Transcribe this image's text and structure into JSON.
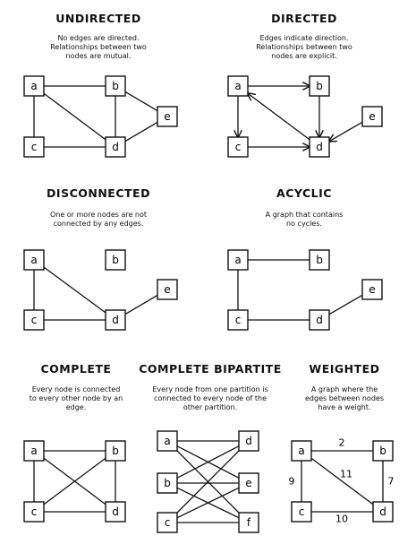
{
  "panels": {
    "undirected": {
      "title": "UNDIRECTED",
      "description": "No edges are directed.\nRelationships between two\nnodes are mutual.",
      "nodes": [
        "a",
        "b",
        "c",
        "d",
        "e"
      ]
    },
    "directed": {
      "title": "DIRECTED",
      "description": "Edges indicate direction.\nRelationships between two\nnodes are explicit.",
      "nodes": [
        "a",
        "b",
        "c",
        "d",
        "e"
      ]
    },
    "disconnected": {
      "title": "DISCONNECTED",
      "description": "One or more nodes are not\nconnected by any edges.",
      "nodes": [
        "a",
        "b",
        "c",
        "d",
        "e"
      ]
    },
    "acyclic": {
      "title": "ACYCLIC",
      "description": "A graph that contains\nno cycles.",
      "nodes": [
        "a",
        "b",
        "c",
        "d",
        "e"
      ]
    },
    "complete": {
      "title": "COMPLETE",
      "description": "Every node is connected\nto every other node by an\nedge.",
      "nodes": [
        "a",
        "b",
        "c",
        "d"
      ]
    },
    "bipartite": {
      "title": "COMPLETE BIPARTITE",
      "description": "Every node from one partition is\nconnected to every node of the\nother partition.",
      "nodes": [
        "a",
        "b",
        "c",
        "d",
        "e",
        "f"
      ]
    },
    "weighted": {
      "title": "WEIGHTED",
      "description": "A graph where the\nedges between nodes\nhave a weight.",
      "nodes": [
        "a",
        "b",
        "c",
        "d"
      ],
      "weights": [
        "2",
        "11",
        "9",
        "7",
        "10"
      ]
    }
  }
}
